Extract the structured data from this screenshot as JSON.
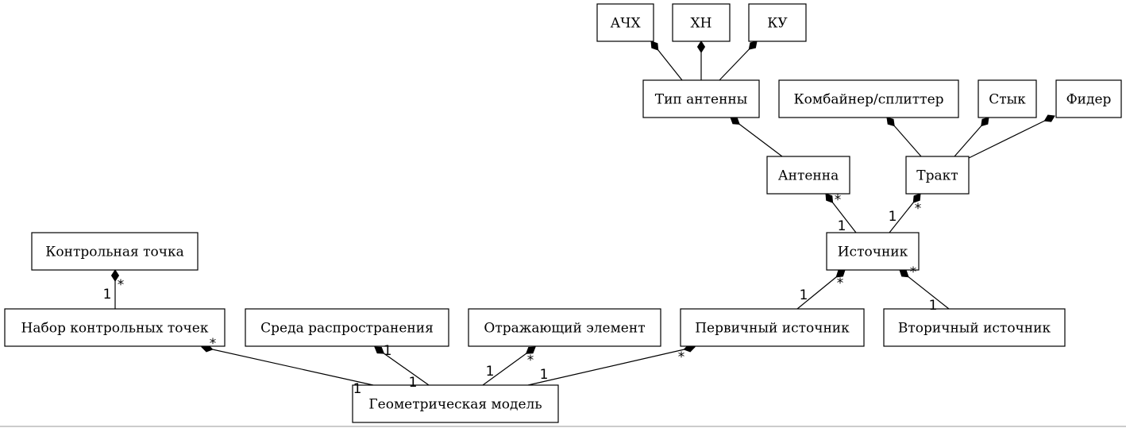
{
  "nodes": [
    {
      "id": "achh",
      "label": "АЧХ"
    },
    {
      "id": "khn",
      "label": "ХН"
    },
    {
      "id": "ku",
      "label": "КУ"
    },
    {
      "id": "antenna_type",
      "label": "Тип антенны"
    },
    {
      "id": "combiner",
      "label": "Комбайнер/сплиттер"
    },
    {
      "id": "joint",
      "label": "Стык"
    },
    {
      "id": "feeder",
      "label": "Фидер"
    },
    {
      "id": "antenna",
      "label": "Антенна"
    },
    {
      "id": "path",
      "label": "Тракт"
    },
    {
      "id": "source",
      "label": "Источник"
    },
    {
      "id": "control_point",
      "label": "Контрольная точка"
    },
    {
      "id": "control_point_set",
      "label": "Набор контрольных точек"
    },
    {
      "id": "medium",
      "label": "Среда распространения"
    },
    {
      "id": "reflector",
      "label": "Отражающий элемент"
    },
    {
      "id": "primary_source",
      "label": "Первичный источник"
    },
    {
      "id": "secondary_source",
      "label": "Вторичный источник"
    },
    {
      "id": "geometric_model",
      "label": "Геометрическая модель"
    }
  ],
  "edges": [
    {
      "id": "e_achh",
      "whole": "achh",
      "part": "antenna_type",
      "whole_mult": "",
      "part_mult": ""
    },
    {
      "id": "e_khn",
      "whole": "khn",
      "part": "antenna_type",
      "whole_mult": "",
      "part_mult": ""
    },
    {
      "id": "e_ku",
      "whole": "ku",
      "part": "antenna_type",
      "whole_mult": "",
      "part_mult": ""
    },
    {
      "id": "e_antenna_type",
      "whole": "antenna_type",
      "part": "antenna",
      "whole_mult": "",
      "part_mult": ""
    },
    {
      "id": "e_combiner",
      "whole": "combiner",
      "part": "path",
      "whole_mult": "",
      "part_mult": ""
    },
    {
      "id": "e_joint",
      "whole": "joint",
      "part": "path",
      "whole_mult": "",
      "part_mult": ""
    },
    {
      "id": "e_feeder",
      "whole": "feeder",
      "part": "path",
      "whole_mult": "",
      "part_mult": ""
    },
    {
      "id": "e_antenna",
      "whole": "antenna",
      "part": "source",
      "whole_mult": "*",
      "part_mult": "1"
    },
    {
      "id": "e_path",
      "whole": "path",
      "part": "source",
      "whole_mult": "*",
      "part_mult": "1"
    },
    {
      "id": "e_primary",
      "whole": "source",
      "part": "primary_source",
      "whole_mult": "*",
      "part_mult": "1"
    },
    {
      "id": "e_secondary",
      "whole": "source",
      "part": "secondary_source",
      "whole_mult": "*",
      "part_mult": "1"
    },
    {
      "id": "e_control_point",
      "whole": "control_point",
      "part": "control_point_set",
      "whole_mult": "*",
      "part_mult": "1"
    },
    {
      "id": "e_set",
      "whole": "control_point_set",
      "part": "geometric_model",
      "whole_mult": "*",
      "part_mult": "1"
    },
    {
      "id": "e_medium",
      "whole": "medium",
      "part": "geometric_model",
      "whole_mult": "1",
      "part_mult": "1"
    },
    {
      "id": "e_reflector",
      "whole": "reflector",
      "part": "geometric_model",
      "whole_mult": "*",
      "part_mult": "1"
    },
    {
      "id": "e_primary_gm",
      "whole": "primary_source",
      "part": "geometric_model",
      "whole_mult": "*",
      "part_mult": "1"
    }
  ]
}
